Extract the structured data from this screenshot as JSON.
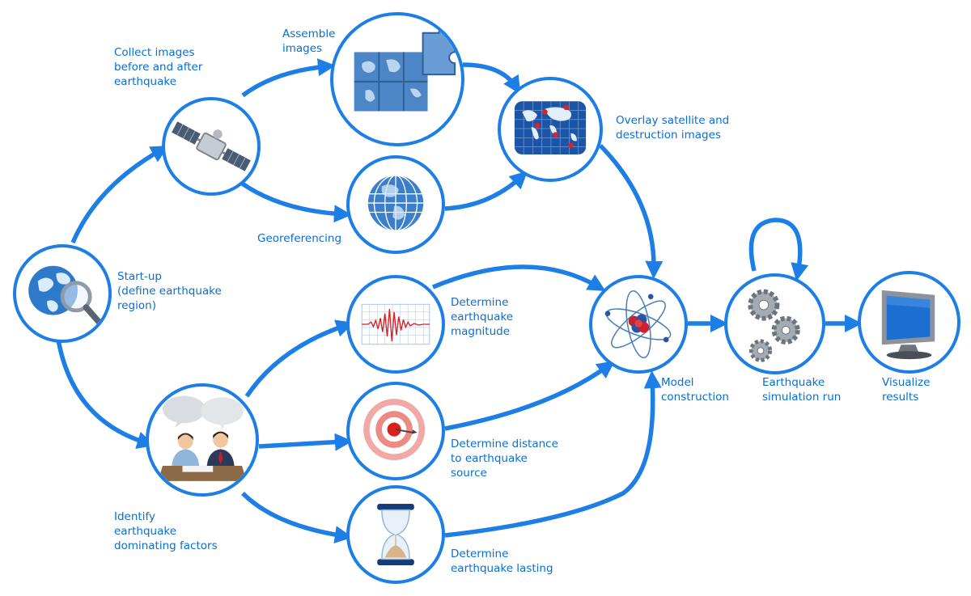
{
  "colors": {
    "accent": "#1d7ee6",
    "label": "#0a6ed1"
  },
  "steps": {
    "startup": {
      "label": "Start-up\n(define earthquake\nregion)",
      "icon": "globe-magnifier-icon"
    },
    "collect": {
      "label": "Collect images\nbefore and after\nearthquake",
      "icon": "satellite-icon"
    },
    "assemble": {
      "label": "Assemble\nimages",
      "icon": "world-puzzle-icon"
    },
    "georef": {
      "label": "Georeferencing",
      "icon": "globe-icon"
    },
    "overlay": {
      "label": "Overlay satellite and\ndestruction images",
      "icon": "world-map-grid-icon"
    },
    "factors": {
      "label": "Identify\nearthquake\ndominating factors",
      "icon": "people-discussion-icon"
    },
    "magnitude": {
      "label": "Determine\nearthquake\nmagnitude",
      "icon": "seismogram-icon"
    },
    "distance": {
      "label": "Determine distance\nto earthquake\nsource",
      "icon": "target-icon"
    },
    "lasting": {
      "label": "Determine\nearthquake lasting",
      "icon": "hourglass-icon"
    },
    "model": {
      "label": "Model\nconstruction",
      "icon": "atom-icon"
    },
    "simulation": {
      "label": "Earthquake\nsimulation run",
      "icon": "gears-icon"
    },
    "visualize": {
      "label": "Visualize\nresults",
      "icon": "monitor-icon"
    }
  }
}
